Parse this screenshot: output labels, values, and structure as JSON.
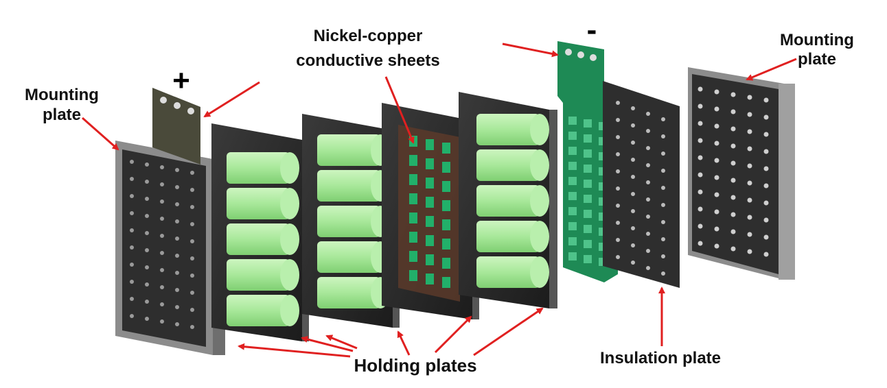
{
  "labels": {
    "mounting_left_line1": "Mounting",
    "mounting_left_line2": "plate",
    "mounting_right_line1": "Mounting",
    "mounting_right_line2": "plate",
    "nickel_line1": "Nickel-copper",
    "nickel_line2": "conductive sheets",
    "holding": "Holding plates",
    "insulation": "Insulation plate",
    "plus": "+",
    "minus": "-"
  },
  "colors": {
    "arrow": "#e02020",
    "cell": "#a8e89a",
    "plate_dark": "#2e2e2e",
    "mounting_grey": "#8c8c8c",
    "pcb_green": "#1e8a55"
  }
}
